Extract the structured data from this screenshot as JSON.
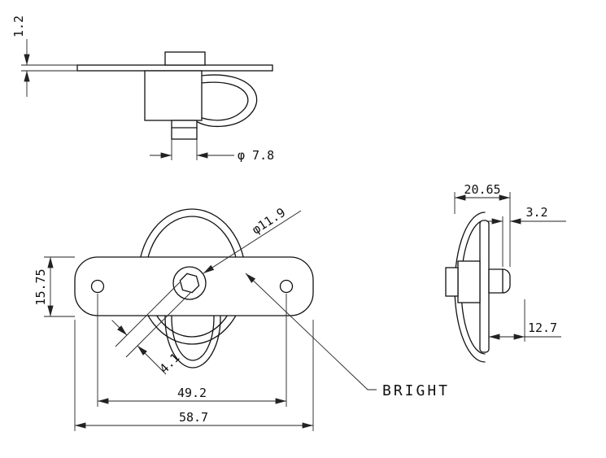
{
  "drawing": {
    "finish_label": "BRIGHT",
    "dimensions": {
      "flange_thickness": "1.2",
      "stem_diameter": "φ 7.8",
      "plate_height": "15.75",
      "boss_diameter": "φ11.9",
      "hex_width": "4.1",
      "hole_spacing": "49.2",
      "overall_length": "58.7",
      "overall_depth": "20.65",
      "cap_thickness": "3.2",
      "stud_projection": "12.7"
    }
  }
}
